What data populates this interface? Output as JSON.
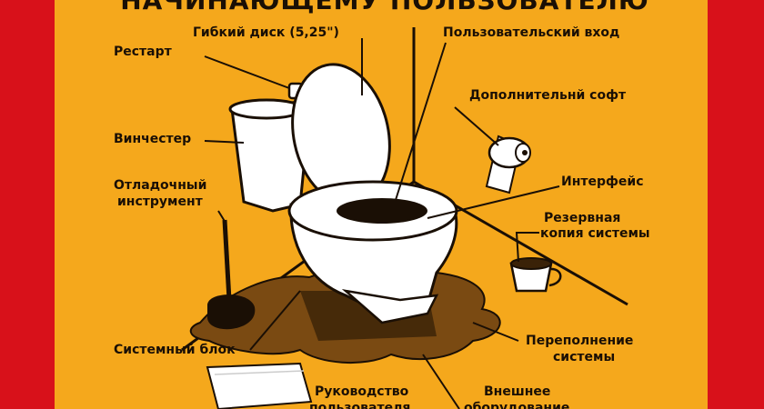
{
  "title": "НАЧИНАЮЩЕМУ ПОЛЬЗОВАТЕЛЮ",
  "colors": {
    "background": "#f5a81c",
    "frame": "#d8111a",
    "ink": "#1a0f05"
  },
  "labels": {
    "floppy": "Гибкий диск (5,25\")",
    "user_input": "Пользовательский вход",
    "restart": "Рестарт",
    "extra_soft": "Дополнительнй софт",
    "hdd": "Винчестер",
    "debug_tool_1": "Отладочный",
    "debug_tool_2": "инструмент",
    "interface": "Интерфейс",
    "backup_1": "Резервная",
    "backup_2": "копия системы",
    "system_unit": "Системный блок",
    "overflow_1": "Переполнение",
    "overflow_2": "системы",
    "manual_1": "Руководство",
    "manual_2": "пользователя",
    "external_1": "Внешнее",
    "external_2": "оборудование"
  }
}
